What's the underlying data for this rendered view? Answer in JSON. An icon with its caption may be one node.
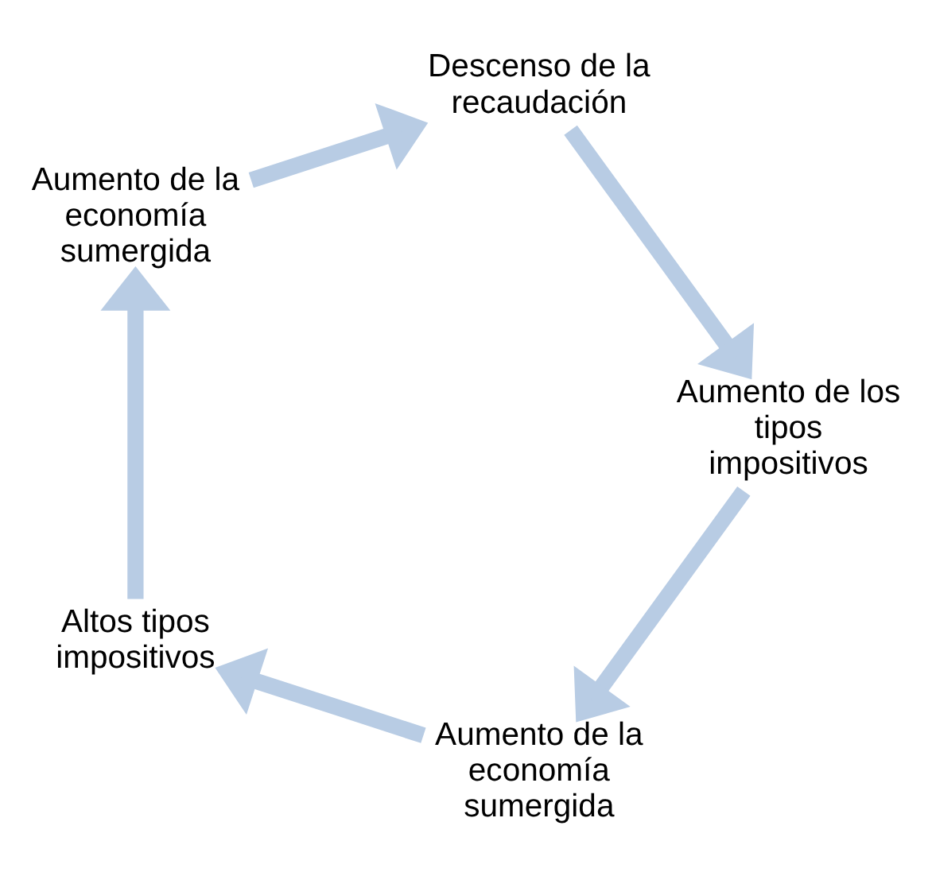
{
  "diagram": {
    "nodes": [
      {
        "text": [
          "Aumento de la economía sumergida"
        ]
      },
      {
        "text": [
          "Altos tipos impositivos"
        ]
      },
      {
        "text": [
          "Aumento de la economía sumergida"
        ]
      },
      {
        "text": [
          "Aumento de los tipos impositivos"
        ]
      },
      {
        "text": [
          "Descenso de la recaudación"
        ]
      }
    ],
    "edges": [
      {
        "from": 0,
        "to": 1,
        "arrow": "to"
      },
      {
        "from": 1,
        "to": 2,
        "arrow": "to"
      },
      {
        "from": 2,
        "to": 4,
        "arrow": "to"
      },
      {
        "from": 4,
        "to": 3,
        "arrow": "to"
      },
      {
        "from": 3,
        "to": 0,
        "arrow": "to"
      }
    ]
  }
}
